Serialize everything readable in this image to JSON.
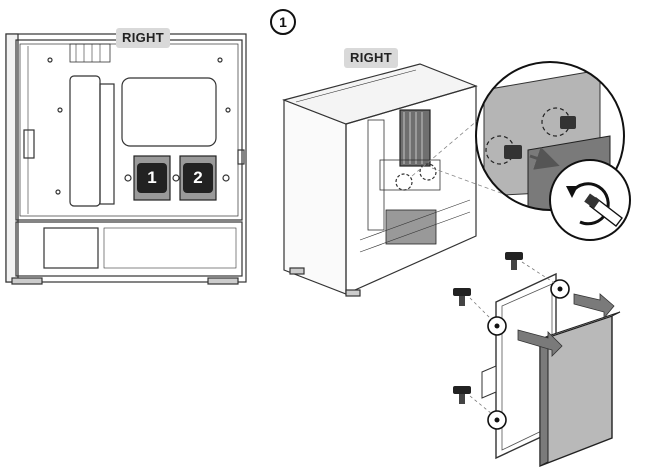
{
  "step": {
    "number": "1"
  },
  "views": {
    "side_label": "RIGHT",
    "iso_label": "RIGHT"
  },
  "bays": [
    "1",
    "2"
  ],
  "colors": {
    "line": "#222222",
    "fill_gray": "#9a9a9a",
    "light_gray": "#d9d9d9",
    "dark": "#1a1a1a"
  },
  "icons": [
    "screw-icon",
    "screwdriver-icon",
    "rotate-counterclockwise-icon",
    "push-arrow-icon"
  ]
}
